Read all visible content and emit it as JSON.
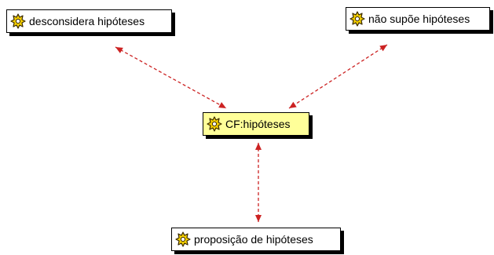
{
  "colors": {
    "page_background": "#ffffff",
    "node_fill_default": "#ffffff",
    "node_fill_selected": "#ffff99",
    "node_border": "#000000",
    "node_shadow": "#000000",
    "edge": "#cc2222",
    "icon_fill": "#f5d000",
    "icon_outline": "#3a2a00"
  },
  "icon": "concept-gear-icon",
  "nodes": {
    "center": {
      "label": "CF:hipóteses",
      "selected": true
    },
    "desconsidera": {
      "label": "desconsidera hipóteses",
      "selected": false
    },
    "nao_supoe": {
      "label": "não supõe hipóteses",
      "selected": false
    },
    "proposicao": {
      "label": "proposição de hipóteses",
      "selected": false
    }
  },
  "edges": [
    {
      "from": "desconsidera",
      "to": "center",
      "style": "dashed",
      "arrows": "both"
    },
    {
      "from": "nao_supoe",
      "to": "center",
      "style": "dashed",
      "arrows": "both"
    },
    {
      "from": "center",
      "to": "proposicao",
      "style": "dashed",
      "arrows": "both"
    }
  ]
}
